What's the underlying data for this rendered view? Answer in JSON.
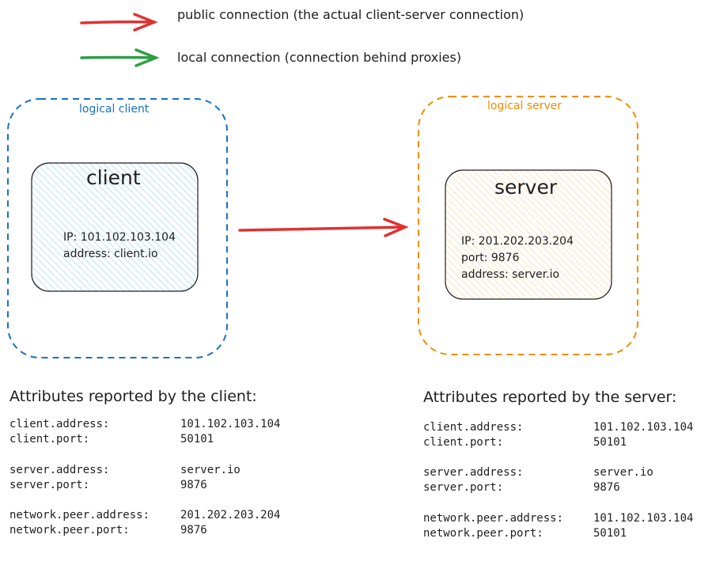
{
  "colors": {
    "public": "#e03131",
    "local": "#2f9e44",
    "client": "#1971c2",
    "server": "#f08c00",
    "client_fill": "#a5d8ff",
    "server_fill": "#ffd8a8"
  },
  "legend": [
    {
      "label": "public connection (the actual client-server connection)",
      "color": "#e03131"
    },
    {
      "label": "local connection (connection behind proxies)",
      "color": "#2f9e44"
    }
  ],
  "client_group": {
    "label": "logical client",
    "title": "client",
    "lines": [
      "IP: 101.102.103.104",
      "address: client.io"
    ]
  },
  "server_group": {
    "label": "logical server",
    "title": "server",
    "lines": [
      "IP: 201.202.203.204",
      "port: 9876",
      "address: server.io"
    ]
  },
  "client_attrs": {
    "header": "Attributes reported by the client:",
    "rows": [
      {
        "key": "client.address:",
        "value": "101.102.103.104"
      },
      {
        "key": "client.port:",
        "value": "50101"
      },
      {
        "key": "server.address:",
        "value": "server.io"
      },
      {
        "key": "server.port:",
        "value": "9876"
      },
      {
        "key": "network.peer.address:",
        "value": "201.202.203.204"
      },
      {
        "key": "network.peer.port:",
        "value": "9876"
      }
    ]
  },
  "server_attrs": {
    "header": "Attributes reported by the server:",
    "rows": [
      {
        "key": "client.address:",
        "value": "101.102.103.104"
      },
      {
        "key": "client.port:",
        "value": "50101"
      },
      {
        "key": "server.address:",
        "value": "server.io"
      },
      {
        "key": "server.port:",
        "value": "9876"
      },
      {
        "key": "network.peer.address:",
        "value": "101.102.103.104"
      },
      {
        "key": "network.peer.port:",
        "value": "50101"
      }
    ]
  }
}
